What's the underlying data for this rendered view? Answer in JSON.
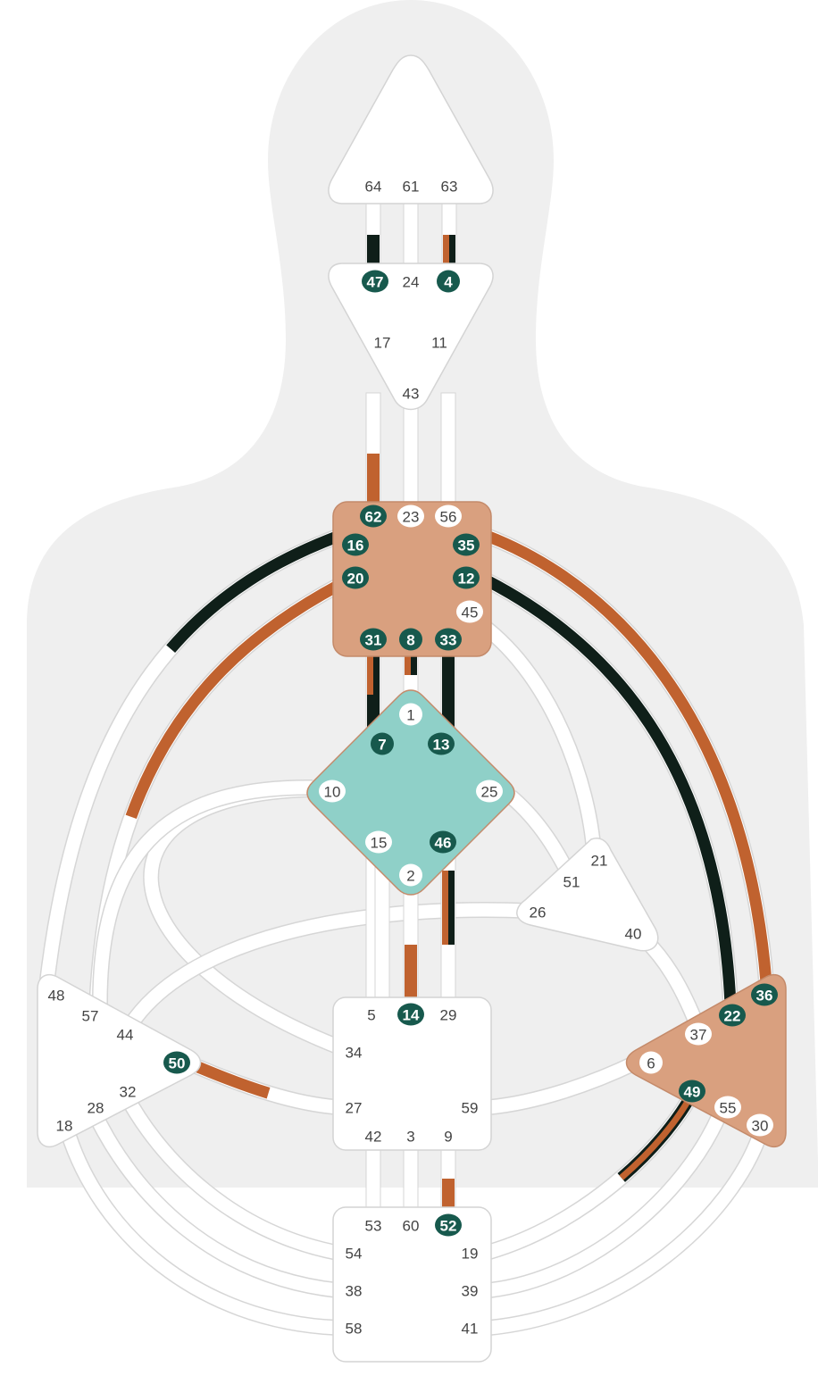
{
  "colors": {
    "active_gate": "#17594d",
    "design": "#c0622f",
    "personality": "#0f1f19",
    "defined_center": "#d9a07f",
    "g_center": "#8fd0c8",
    "open_center": "#ffffff",
    "body": "#efefef"
  },
  "centers": [
    {
      "id": "head",
      "defined": false,
      "gates": [
        {
          "n": "64",
          "active": false
        },
        {
          "n": "61",
          "active": false
        },
        {
          "n": "63",
          "active": false
        }
      ]
    },
    {
      "id": "ajna",
      "defined": false,
      "gates": [
        {
          "n": "47",
          "active": true
        },
        {
          "n": "24",
          "active": false
        },
        {
          "n": "4",
          "active": true
        },
        {
          "n": "17",
          "active": false
        },
        {
          "n": "11",
          "active": false
        },
        {
          "n": "43",
          "active": false
        }
      ]
    },
    {
      "id": "throat",
      "defined": true,
      "gates": [
        {
          "n": "62",
          "active": true
        },
        {
          "n": "23",
          "active": false
        },
        {
          "n": "56",
          "active": false
        },
        {
          "n": "16",
          "active": true
        },
        {
          "n": "35",
          "active": true
        },
        {
          "n": "20",
          "active": true
        },
        {
          "n": "12",
          "active": true
        },
        {
          "n": "45",
          "active": false
        },
        {
          "n": "31",
          "active": true
        },
        {
          "n": "8",
          "active": true
        },
        {
          "n": "33",
          "active": true
        }
      ]
    },
    {
      "id": "g",
      "defined": true,
      "gates": [
        {
          "n": "1",
          "active": false
        },
        {
          "n": "7",
          "active": true
        },
        {
          "n": "13",
          "active": true
        },
        {
          "n": "10",
          "active": false
        },
        {
          "n": "25",
          "active": false
        },
        {
          "n": "15",
          "active": false
        },
        {
          "n": "46",
          "active": true
        },
        {
          "n": "2",
          "active": false
        }
      ]
    },
    {
      "id": "heart",
      "defined": false,
      "gates": [
        {
          "n": "21",
          "active": false
        },
        {
          "n": "51",
          "active": false
        },
        {
          "n": "26",
          "active": false
        },
        {
          "n": "40",
          "active": false
        }
      ]
    },
    {
      "id": "sacral",
      "defined": false,
      "gates": [
        {
          "n": "5",
          "active": false
        },
        {
          "n": "14",
          "active": true
        },
        {
          "n": "29",
          "active": false
        },
        {
          "n": "34",
          "active": false
        },
        {
          "n": "27",
          "active": false
        },
        {
          "n": "59",
          "active": false
        },
        {
          "n": "42",
          "active": false
        },
        {
          "n": "3",
          "active": false
        },
        {
          "n": "9",
          "active": false
        }
      ]
    },
    {
      "id": "root",
      "defined": false,
      "gates": [
        {
          "n": "53",
          "active": false
        },
        {
          "n": "60",
          "active": false
        },
        {
          "n": "52",
          "active": true
        },
        {
          "n": "54",
          "active": false
        },
        {
          "n": "19",
          "active": false
        },
        {
          "n": "38",
          "active": false
        },
        {
          "n": "39",
          "active": false
        },
        {
          "n": "58",
          "active": false
        },
        {
          "n": "41",
          "active": false
        }
      ]
    },
    {
      "id": "spleen",
      "defined": false,
      "gates": [
        {
          "n": "48",
          "active": false
        },
        {
          "n": "57",
          "active": false
        },
        {
          "n": "44",
          "active": false
        },
        {
          "n": "50",
          "active": true
        },
        {
          "n": "32",
          "active": false
        },
        {
          "n": "28",
          "active": false
        },
        {
          "n": "18",
          "active": false
        }
      ]
    },
    {
      "id": "solar-plexus",
      "defined": true,
      "gates": [
        {
          "n": "36",
          "active": true
        },
        {
          "n": "22",
          "active": true
        },
        {
          "n": "37",
          "active": false
        },
        {
          "n": "6",
          "active": false
        },
        {
          "n": "49",
          "active": true
        },
        {
          "n": "55",
          "active": false
        },
        {
          "n": "30",
          "active": false
        }
      ]
    }
  ]
}
